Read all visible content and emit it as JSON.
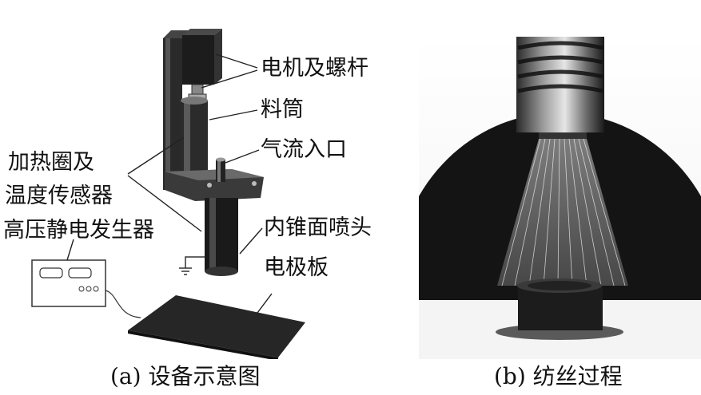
{
  "panel_a": {
    "labels": {
      "motor_screw": "电机及螺杆",
      "barrel": "料筒",
      "airflow_inlet": "气流入口",
      "heating_ring_line1": "加热圈及",
      "heating_ring_line2": "温度传感器",
      "hv_generator": "高压静电发生器",
      "nozzle": "内锥面喷头",
      "electrode_plate": "电极板"
    },
    "caption": "(a) 设备示意图"
  },
  "panel_b": {
    "caption": "(b) 纺丝过程"
  }
}
